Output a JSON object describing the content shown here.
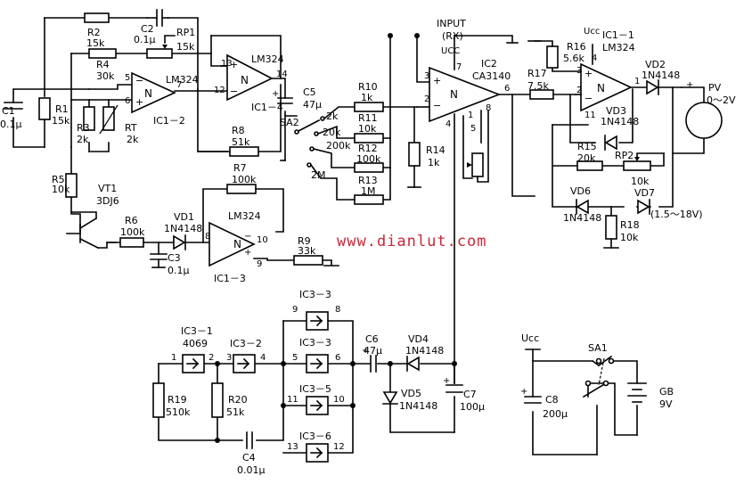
{
  "watermark": "www.dianlut.com",
  "top": {
    "input": "INPUT",
    "rx": "(RX)",
    "ucc_ic2": "UCC",
    "ic2_name": "IC2",
    "ic2_part": "CA3140"
  },
  "labels": {
    "c1": "C1",
    "c1v": "0.1μ",
    "r1": "R1",
    "r1v": "15k",
    "r2": "R2",
    "r2v": "15k",
    "c2": "C2",
    "c2v": "0.1μ",
    "rp1": "RP1",
    "rp1v": "15k",
    "r4": "R4",
    "r4v": "30k",
    "r3": "R3",
    "r3v": "2k",
    "rt": "RT",
    "rtv": "2k",
    "r5": "R5",
    "r5v": "10k",
    "vt1": "VT1",
    "vt1v": "3DJ6",
    "r6": "R6",
    "r6v": "100k",
    "vd1": "VD1",
    "vd1v": "1N4148",
    "c3": "C3",
    "c3v": "0.1μ",
    "r7": "R7",
    "r7v": "100k",
    "r8": "R8",
    "r8v": "51k",
    "r9": "R9",
    "r9v": "33k",
    "c5": "C5",
    "c5v": "47μ",
    "sa2": "SA2",
    "r10": "R10",
    "r10v": "1k",
    "r11": "R11",
    "r11v": "10k",
    "r12": "R12",
    "r12v": "100k",
    "r13": "R13",
    "r13v": "1M",
    "r14": "R14",
    "r14v": "1k",
    "r16": "R16",
    "r16v": "5.6k",
    "r17": "R17",
    "r17v": "7.5k",
    "r15": "R15",
    "r15v": "20k",
    "rp2": "RP2",
    "rp2v": "10k",
    "r18": "R18",
    "r18v": "10k",
    "vd2": "VD2",
    "vd2v": "1N4148",
    "vd3": "VD3",
    "vd3v": "1N4148",
    "vd6": "VD6",
    "vd6v": "1N4148",
    "vd7": "VD7",
    "vd7v": "(1.5～18V)",
    "pv": "PV",
    "pvv": "0～2V",
    "sw2k": "2k",
    "sw20k": "20k",
    "sw200k": "200k",
    "sw2m": "2M",
    "ic1_2": "IC1－2",
    "ic1_4": "IC1－4",
    "ic1_3": "IC1－3",
    "ic1_1": "IC1－1",
    "lm324a": "LM324",
    "lm324b": "LM324",
    "lm324c": "LM324",
    "lm324d": "LM324",
    "ucc_ic1": "Ucc",
    "ic3_1": "IC3－1",
    "ic3_1v": "4069",
    "ic3_2": "IC3－2",
    "ic3_3a": "IC3－3",
    "ic3_3b": "IC3－3",
    "ic3_5": "IC3－5",
    "ic3_6": "IC3－6",
    "r19": "R19",
    "r19v": "510k",
    "r20": "R20",
    "r20v": "51k",
    "c4": "C4",
    "c4v": "0.01μ",
    "c6": "C6",
    "c6v": "47μ",
    "vd4": "VD4",
    "vd4v": "1N4148",
    "vd5": "VD5",
    "vd5v": "1N4148",
    "c7": "C7",
    "c7v": "100μ",
    "ucc_ps": "Ucc",
    "sa1": "SA1",
    "c8": "C8",
    "c8v": "200μ",
    "gb": "GB",
    "gbv": "9V"
  },
  "pins": {
    "p5": "5",
    "p6": "6",
    "p7": "7",
    "p12": "12",
    "p13": "13",
    "p14": "14",
    "p8": "8",
    "p9": "9",
    "p10": "10",
    "c2p3": "3",
    "c2p2": "2",
    "c2p7": "7",
    "c2p6": "6",
    "c2p4": "4",
    "c2p1": "1",
    "c2p5": "5",
    "c2p8": "8",
    "a3": "3",
    "a2": "2",
    "a1": "1",
    "a4": "4",
    "a11": "11",
    "g1": "1",
    "g2": "2",
    "g3": "3",
    "g4": "4",
    "g5": "5",
    "g6": "6",
    "g9": "9",
    "g8": "8",
    "g11": "11",
    "g10": "10",
    "g13": "13",
    "g12": "12"
  }
}
